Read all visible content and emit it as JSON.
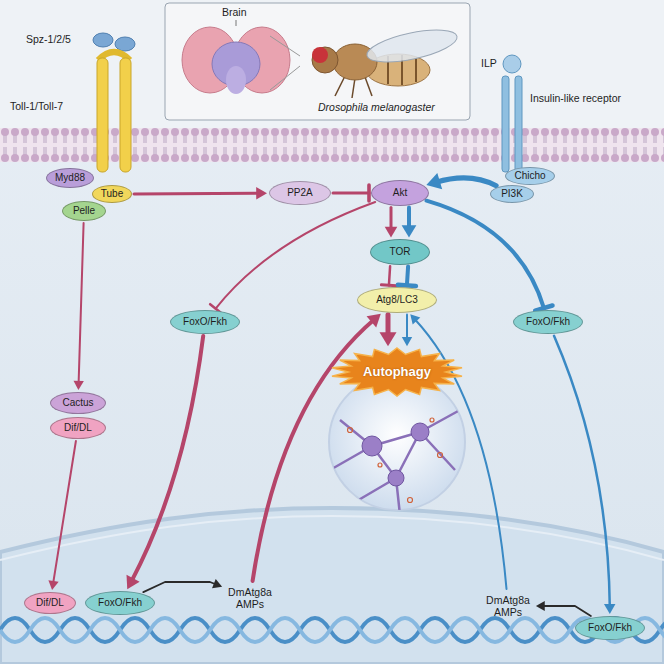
{
  "diagram": {
    "nodes": [
      {
        "text": [
          "Myd88"
        ]
      },
      {
        "text": [
          "Tube"
        ]
      },
      {
        "text": [
          "Pelle"
        ]
      },
      {
        "text": [
          "Chicho"
        ]
      },
      {
        "text": [
          "PI3K"
        ]
      },
      {
        "text": [
          "PP2A"
        ]
      },
      {
        "text": [
          "Akt"
        ]
      },
      {
        "text": [
          "TOR"
        ]
      },
      {
        "text": [
          "FoxO/Fkh"
        ]
      },
      {
        "text": [
          "Atg8/LC3"
        ]
      },
      {
        "text": [
          "FoxO/Fkh"
        ]
      },
      {
        "text": [
          "Autophagy"
        ]
      },
      {
        "text": [
          "Cactus"
        ]
      },
      {
        "text": [
          "Dif/DL"
        ]
      },
      {
        "text": [
          "Dif/DL"
        ]
      },
      {
        "text": [
          "FoxO/Fkh"
        ]
      },
      {
        "text": [
          "DmAtg8a AMPs"
        ]
      },
      {
        "text": [
          "DmAtg8a AMPs"
        ]
      },
      {
        "text": [
          "FoxO/Fkh"
        ]
      }
    ],
    "edges": [
      {
        "from": 1,
        "to": 5,
        "arrow": "to"
      },
      {
        "from": 5,
        "to": 6,
        "arrow": "to"
      },
      {
        "from": 4,
        "to": 6,
        "arrow": "to"
      },
      {
        "from": 6,
        "to": 7,
        "arrow": "to"
      },
      {
        "from": 6,
        "to": 7,
        "arrow": "to"
      },
      {
        "from": 7,
        "to": 9,
        "arrow": "to"
      },
      {
        "from": 7,
        "to": 9,
        "arrow": "to"
      },
      {
        "from": 6,
        "to": 8,
        "arrow": "to"
      },
      {
        "from": 6,
        "to": 10,
        "arrow": "to"
      },
      {
        "from": 9,
        "to": 11,
        "arrow": "to"
      },
      {
        "from": 9,
        "to": 11,
        "arrow": "to"
      },
      {
        "from": 2,
        "to": 12,
        "arrow": "to"
      },
      {
        "from": 13,
        "to": 14,
        "arrow": "to"
      },
      {
        "from": 8,
        "to": 15,
        "arrow": "to"
      },
      {
        "from": 16,
        "to": 9,
        "arrow": "to"
      },
      {
        "from": 10,
        "to": 18,
        "arrow": "to"
      },
      {
        "from": 17,
        "to": 9,
        "arrow": "to"
      },
      {
        "from": 15,
        "to": 16,
        "arrow": "to"
      },
      {
        "from": 18,
        "to": 17,
        "arrow": "to"
      }
    ],
    "labels": [
      "Brain",
      "Drosophila melanogaster",
      "Spz-1/2/5",
      "Toll-1/Toll-7",
      "ILP",
      "Insulin-like receptor"
    ]
  }
}
